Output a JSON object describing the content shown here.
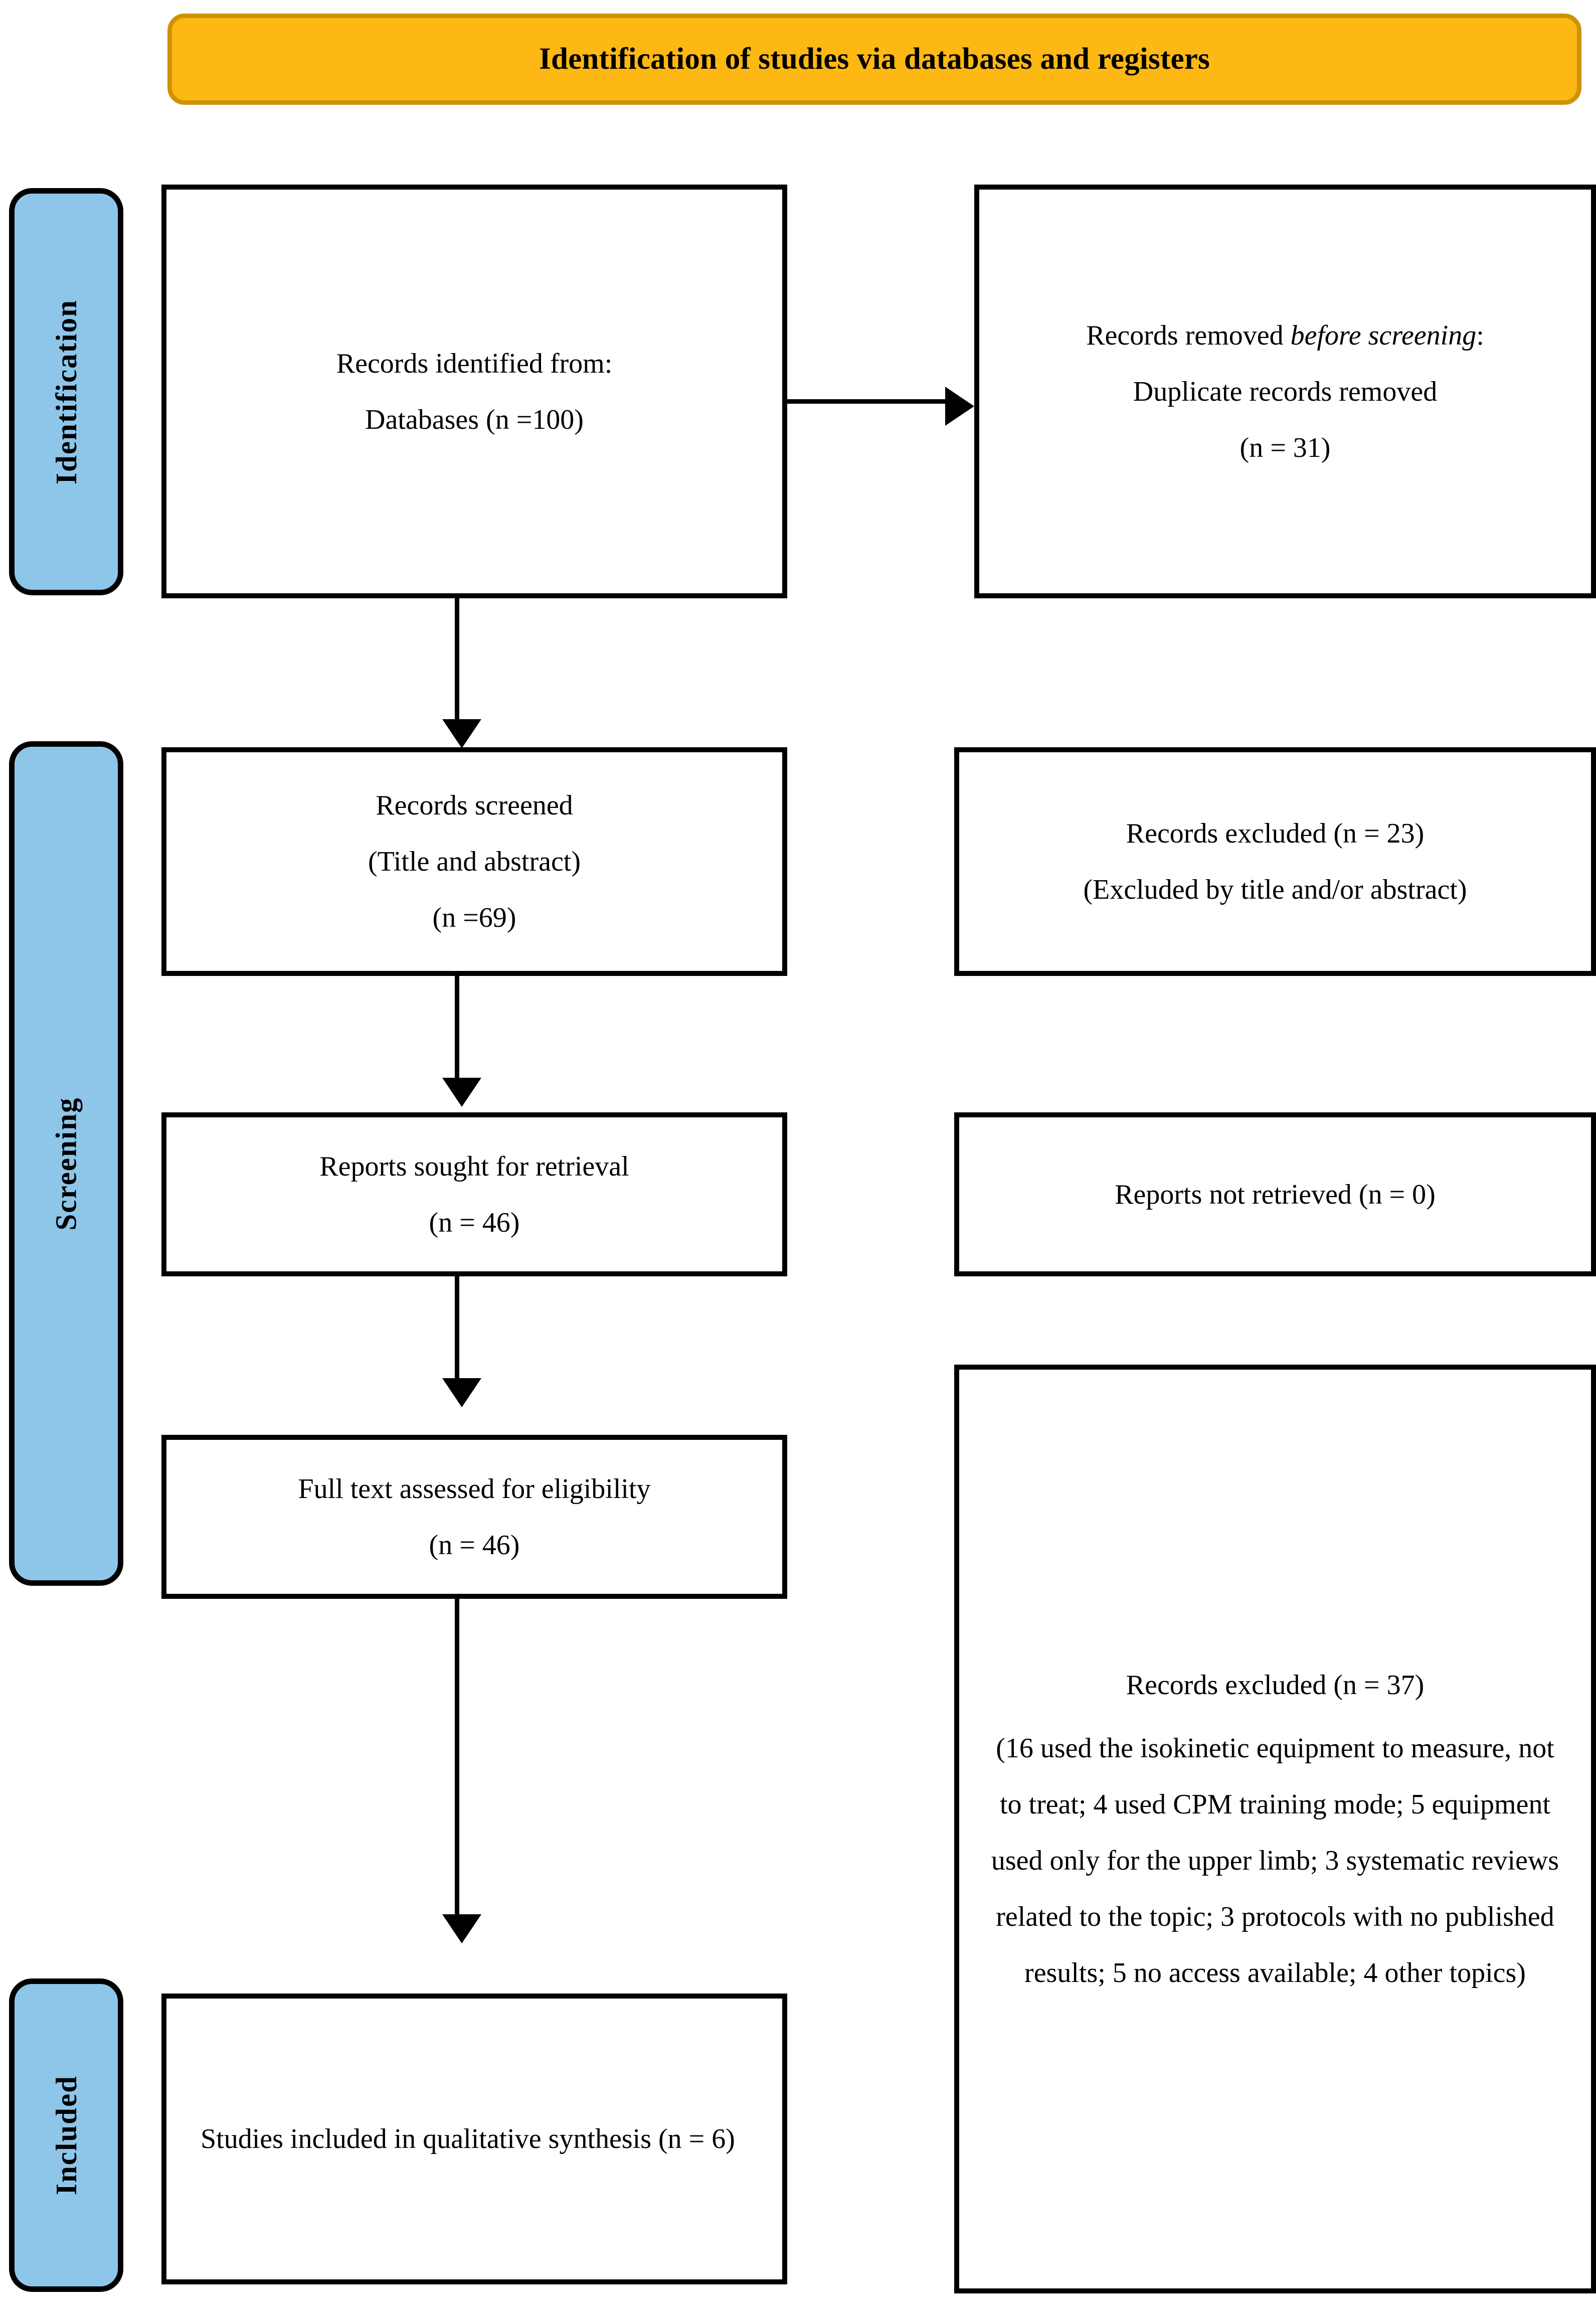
{
  "banner": {
    "title": "Identification of studies via databases and registers",
    "fill_color": "#FDB813",
    "border_color": "#CF9206"
  },
  "stages": [
    {
      "label": "Identification",
      "fill_color": "#8EC6EA"
    },
    {
      "label": "Screening",
      "fill_color": "#8EC6EA"
    },
    {
      "label": "Included",
      "fill_color": "#8EC6EA"
    }
  ],
  "boxes": {
    "records_identified": {
      "line1": "Records identified from:",
      "line2": "Databases (n =100)"
    },
    "records_removed": {
      "line1_prefix": "Records removed ",
      "line1_italic": "before screening",
      "line1_suffix": ":",
      "line2": "Duplicate records removed",
      "line3": "(n = 31)"
    },
    "records_screened": {
      "line1": "Records screened",
      "line2": "(Title and abstract)",
      "line3": "(n =69)"
    },
    "records_excluded_screening": {
      "line1": "Records excluded (n = 23)",
      "line2": "(Excluded by title and/or abstract)"
    },
    "reports_sought": {
      "line1": "Reports sought for retrieval",
      "line2": "(n = 46)"
    },
    "reports_not_retrieved": {
      "line1": "Reports not retrieved (n = 0)"
    },
    "full_text_assessed": {
      "line1": "Full text assessed for eligibility",
      "line2": "(n = 46)"
    },
    "records_excluded_eligibility": {
      "line1": "Records excluded (n = 37)",
      "line2": "(16 used the isokinetic equipment to measure, not to treat; 4 used CPM training mode; 5 equipment used only for the upper limb; 3 systematic reviews related to the topic; 3 protocols with no published results; 5 no access available; 4 other topics)"
    },
    "studies_included": {
      "line1": "Studies included in qualitative synthesis (n = 6)"
    }
  },
  "arrows": {
    "identified_to_removed": "horizontal-arrow-right",
    "identified_to_screened": "vertical-arrow-down",
    "screened_to_sought": "vertical-arrow-down",
    "sought_to_fulltext": "vertical-arrow-down",
    "fulltext_to_included": "vertical-arrow-down"
  },
  "colors": {
    "stage_fill": "#8EC6EA",
    "banner_fill": "#FDB813",
    "banner_border": "#CF9206",
    "box_border": "#000000",
    "text": "#000000"
  }
}
